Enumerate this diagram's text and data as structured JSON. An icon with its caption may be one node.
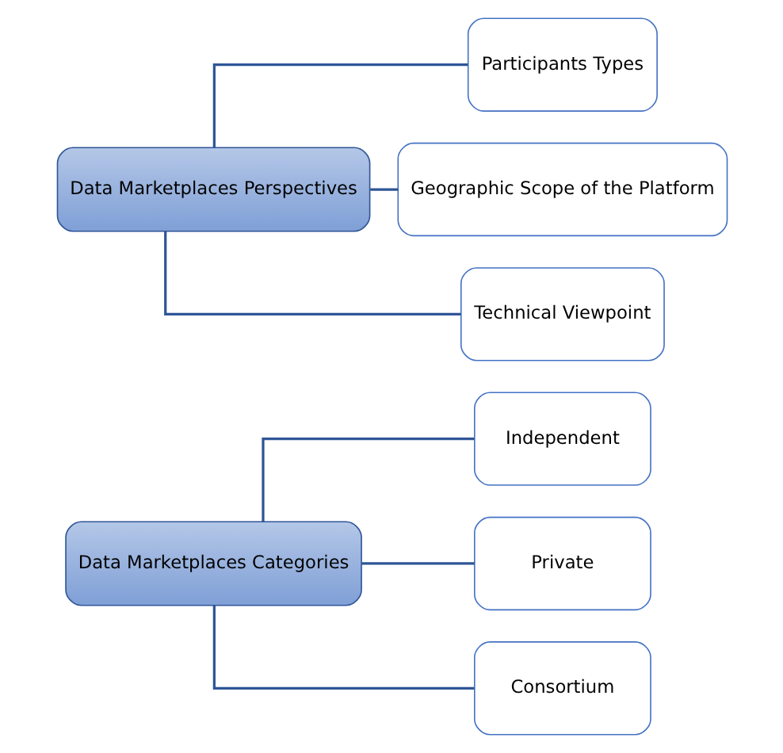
{
  "diagram": {
    "nodes": [
      {
        "text": [
          "Data Marketplaces Categories"
        ]
      },
      {
        "text": [
          "Independent"
        ]
      },
      {
        "text": [
          "Private"
        ]
      },
      {
        "text": [
          "Consortium"
        ]
      },
      {
        "text": [
          "Data Marketplaces Perspectives"
        ]
      },
      {
        "text": [
          "Participants Types"
        ]
      },
      {
        "text": [
          "Geographic Scope of the Platform"
        ]
      },
      {
        "text": [
          "Technical Viewpoint"
        ]
      }
    ],
    "edges": [
      {
        "from": 0,
        "to": 1,
        "arrow": "none"
      },
      {
        "from": 0,
        "to": 2,
        "arrow": "none"
      },
      {
        "from": 0,
        "to": 3,
        "arrow": "none"
      },
      {
        "from": 4,
        "to": 5,
        "arrow": "none"
      },
      {
        "from": 4,
        "to": 6,
        "arrow": "none"
      },
      {
        "from": 4,
        "to": 7,
        "arrow": "none"
      }
    ]
  }
}
